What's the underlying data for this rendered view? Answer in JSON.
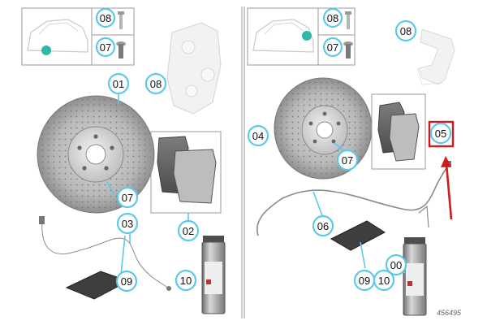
{
  "labels": {
    "left_01": "01",
    "left_02": "02",
    "left_03": "03",
    "left_07_box": "07",
    "left_07_disc": "07",
    "left_08_box": "08",
    "left_08_caliper": "08",
    "left_09": "09",
    "left_10": "10",
    "right_04": "04",
    "right_05": "05",
    "right_06": "06",
    "right_07_box": "07",
    "right_07_disc": "07",
    "right_08_box": "08",
    "right_08_carrier": "08",
    "right_09": "09",
    "right_10": "10",
    "right_00": "00"
  },
  "reference_number": "456495",
  "colors": {
    "callout_ring": "#5ec8e8",
    "highlight_box": "#d11a1a",
    "marker_dot": "#2fb8a8",
    "arrow": "#d11a1a"
  },
  "icons": {
    "car_locator": "car-silhouette-icon",
    "arrow": "red-arrow-icon"
  }
}
